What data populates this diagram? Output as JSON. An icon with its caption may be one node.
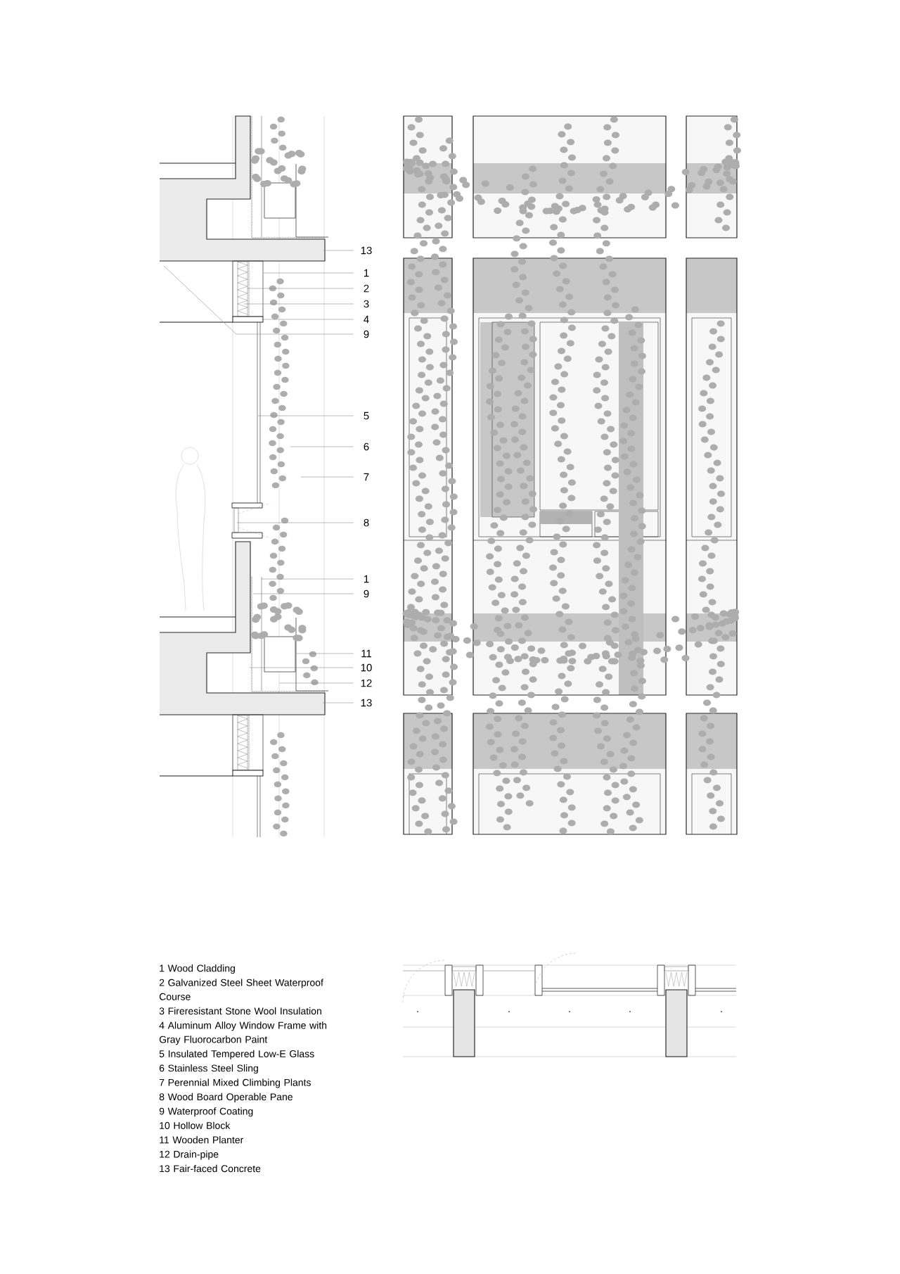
{
  "diagram": {
    "nodes": [
      {
        "text": [
          "13"
        ]
      },
      {
        "text": [
          "1"
        ]
      },
      {
        "text": [
          "2"
        ]
      },
      {
        "text": [
          "3"
        ]
      },
      {
        "text": [
          "4"
        ]
      },
      {
        "text": [
          "9"
        ]
      },
      {
        "text": [
          "5"
        ]
      },
      {
        "text": [
          "6"
        ]
      },
      {
        "text": [
          "7"
        ]
      },
      {
        "text": [
          "8"
        ]
      },
      {
        "text": [
          "1"
        ]
      },
      {
        "text": [
          "9"
        ]
      },
      {
        "text": [
          "11"
        ]
      },
      {
        "text": [
          "10"
        ]
      },
      {
        "text": [
          "12"
        ]
      },
      {
        "text": [
          "13"
        ]
      }
    ],
    "edges": [
      {
        "from": 0,
        "to": null,
        "arrow": "none"
      },
      {
        "from": 1,
        "to": null,
        "arrow": "none"
      },
      {
        "from": 2,
        "to": null,
        "arrow": "none"
      },
      {
        "from": 3,
        "to": null,
        "arrow": "none"
      },
      {
        "from": 4,
        "to": null,
        "arrow": "none"
      },
      {
        "from": 5,
        "to": null,
        "arrow": "none"
      },
      {
        "from": 6,
        "to": null,
        "arrow": "none"
      },
      {
        "from": 7,
        "to": null,
        "arrow": "none"
      },
      {
        "from": 8,
        "to": null,
        "arrow": "none"
      },
      {
        "from": 9,
        "to": null,
        "arrow": "none"
      },
      {
        "from": 10,
        "to": null,
        "arrow": "none"
      },
      {
        "from": 11,
        "to": null,
        "arrow": "none"
      },
      {
        "from": 12,
        "to": null,
        "arrow": "none"
      },
      {
        "from": 13,
        "to": null,
        "arrow": "none"
      },
      {
        "from": 14,
        "to": null,
        "arrow": "none"
      },
      {
        "from": 15,
        "to": null,
        "arrow": "none"
      }
    ],
    "labels": [
      "1 Wood Cladding",
      "2 Galvanized Steel Sheet Waterproof Course",
      "3 Fireresistant Stone Wool Insulation",
      "4 Aluminum Alloy Window Frame with Gray Fluorocarbon Paint",
      "5 Insulated Tempered Low-E Glass",
      "6 Stainless Steel Sling",
      "7 Perennial Mixed Climbing Plants",
      "8 Wood Board Operable Pane",
      "9 Waterproof Coating",
      "10 Hollow Block",
      "11 Wooden Planter",
      "12 Drain-pipe",
      "13 Fair-faced Concrete"
    ]
  }
}
